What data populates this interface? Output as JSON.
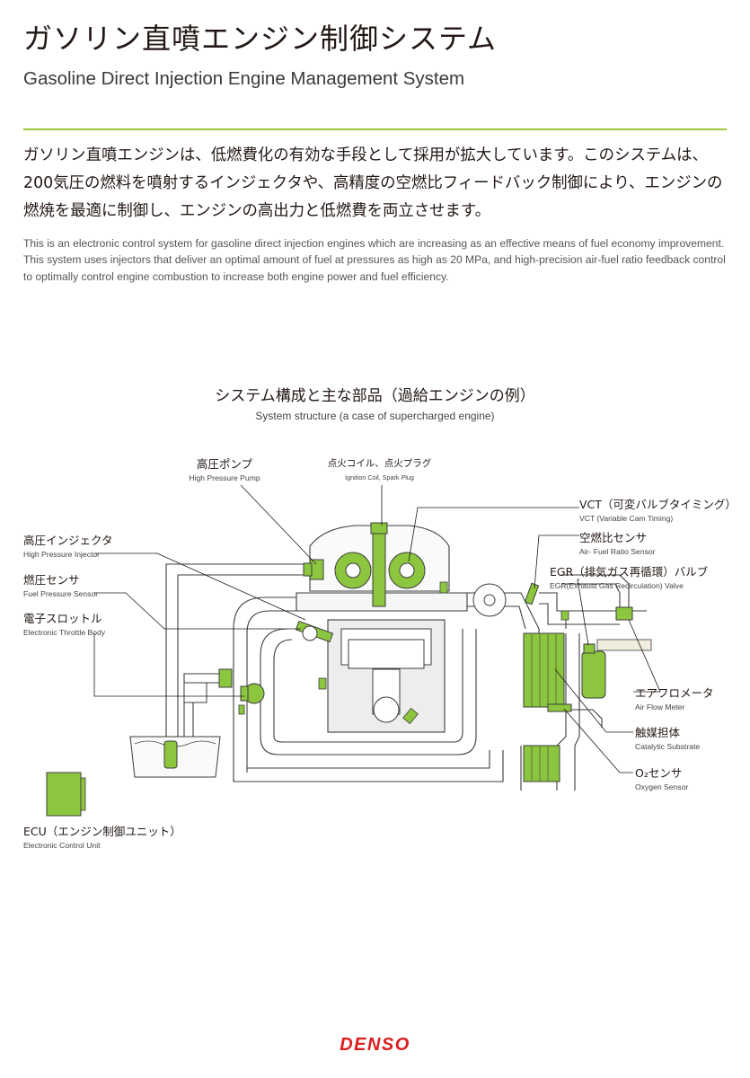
{
  "header": {
    "title_ja": "ガソリン直噴エンジン制御システム",
    "title_en": "Gasoline Direct Injection Engine Management System"
  },
  "description": {
    "ja": "ガソリン直噴エンジンは、低燃費化の有効な手段として採用が拡大しています。このシステムは、200気圧の燃料を噴射するインジェクタや、高精度の空燃比フィードバック制御により、エンジンの燃焼を最適に制御し、エンジンの高出力と低燃費を両立させます。",
    "en": "This is an electronic control system for gasoline direct injection engines which are increasing as an effective means of fuel economy improvement. This system uses injectors that deliver an optimal amount of fuel at pressures as high as 20 MPa, and high-precision air-fuel ratio feedback control to optimally control engine combustion to increase both engine power and fuel efficiency."
  },
  "diagram": {
    "title_ja": "システム構成と主な部品（過給エンジンの例）",
    "title_en": "System structure (a case of supercharged engine)",
    "labels": {
      "high_pressure_pump": {
        "ja": "高圧ポンプ",
        "en": "High Pressure Pump"
      },
      "ignition_coil": {
        "ja": "点火コイル、点火プラグ",
        "en": "Ignition Coil, Spark Plug"
      },
      "vct": {
        "ja": "VCT（可変バルブタイミング）",
        "en": "VCT (Variable Cam Timing)"
      },
      "af_sensor": {
        "ja": "空燃比センサ",
        "en": "Air- Fuel Ratio Sensor"
      },
      "egr_valve": {
        "ja": "EGR（排気ガス再循環）バルブ",
        "en": "EGR(Exhaust Gas Recirculation) Valve"
      },
      "injector": {
        "ja": "高圧インジェクタ",
        "en": "High Pressure Injector"
      },
      "fuel_pressure_sensor": {
        "ja": "燃圧センサ",
        "en": "Fuel Pressure Sensor"
      },
      "throttle": {
        "ja": "電子スロットル",
        "en": "Electronic Throttle Body"
      },
      "air_flow_meter": {
        "ja": "エアフロメータ",
        "en": "Air Flow Meter"
      },
      "catalytic": {
        "ja": "触媒担体",
        "en": "Catalytic Substrate"
      },
      "o2_sensor": {
        "ja": "O₂センサ",
        "en": "Oxygen Sensor"
      },
      "ecu": {
        "ja": "ECU（エンジン制御ユニット）",
        "en": "Electronic Control Unit"
      }
    }
  },
  "footer": {
    "brand": "DENSO"
  },
  "colors": {
    "accent_green": "#9cc83a",
    "component_green": "#8cc63f",
    "pipe_gray": "#f4f4f4",
    "logo_red": "#dc1e1e"
  }
}
